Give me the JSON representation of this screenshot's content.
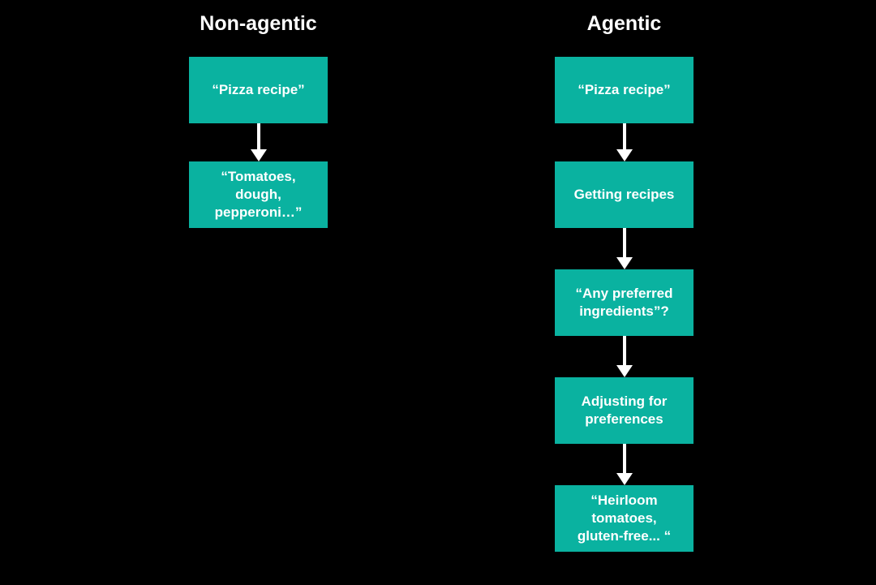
{
  "diagram": {
    "background_color": "#000000",
    "box_color": "#0ab2a0",
    "text_color": "#ffffff",
    "arrow_color": "#ffffff",
    "columns": [
      {
        "title": "Non-agentic",
        "boxes": [
          {
            "label": "“Pizza recipe”"
          },
          {
            "label": "“Tomatoes,\ndough,\npepperoni…”"
          }
        ]
      },
      {
        "title": "Agentic",
        "boxes": [
          {
            "label": "“Pizza recipe”"
          },
          {
            "label": "Getting recipes"
          },
          {
            "label": "“Any preferred\ningredients”?"
          },
          {
            "label": "Adjusting for\npreferences"
          },
          {
            "label": "“Heirloom\ntomatoes,\ngluten-free... “"
          }
        ]
      }
    ]
  }
}
